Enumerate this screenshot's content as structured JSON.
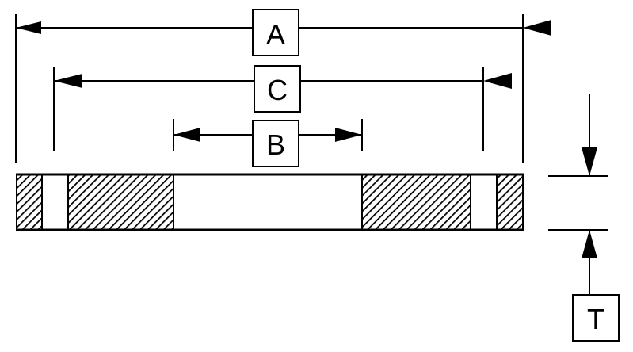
{
  "dimensions": {
    "a": {
      "label": "A"
    },
    "c": {
      "label": "C"
    },
    "b": {
      "label": "B"
    },
    "t": {
      "label": "T"
    }
  },
  "colors": {
    "line": "#000000",
    "background": "#ffffff"
  }
}
